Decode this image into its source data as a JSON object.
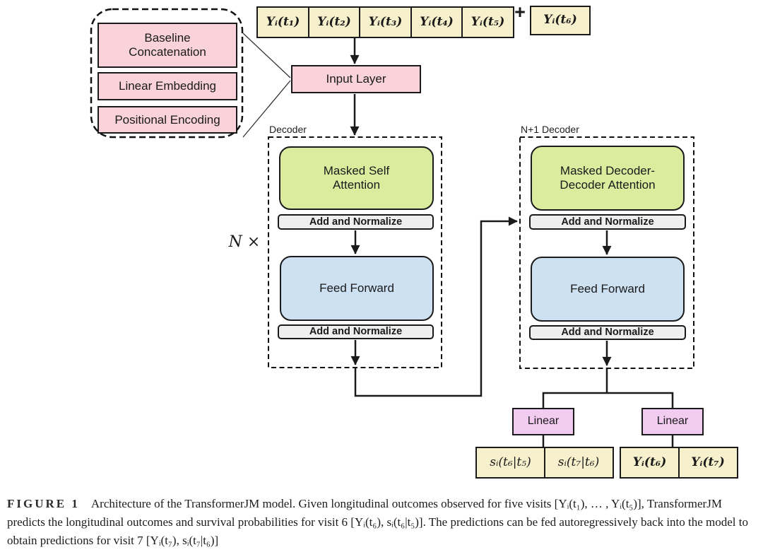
{
  "colors": {
    "cream_box": "#f7f0cd",
    "pink_box": "#fad2da",
    "green_box": "#dcec9f",
    "blue_box": "#cde1f2",
    "violet_box": "#f1cbf0",
    "gray_box": "#efefef",
    "border": "#1a1a1a"
  },
  "diagram": {
    "inputs": [
      "Yᵢ(t₁)",
      "Yᵢ(t₂)",
      "Yᵢ(t₃)",
      "Yᵢ(t₄)",
      "Yᵢ(t₅)"
    ],
    "plus": "+",
    "next_input": "Yᵢ(t₆)",
    "embedding_steps": [
      [
        "Baseline",
        "Concatenation"
      ],
      [
        "Linear Embedding"
      ],
      [
        "Positional Encoding"
      ]
    ],
    "input_layer": "Input Layer",
    "n_times": "N ×",
    "decoder1": {
      "title": "Decoder",
      "attention_lines": [
        "Masked Self",
        "Attention"
      ],
      "add_norm_top": "Add and Normalize",
      "feed_forward": "Feed Forward",
      "add_norm_bottom": "Add and Normalize"
    },
    "decoder2": {
      "title": "N+1 Decoder",
      "attention_lines": [
        "Masked Decoder-",
        "Decoder Attention"
      ],
      "add_norm_top": "Add and Normalize",
      "feed_forward": "Feed Forward",
      "add_norm_bottom": "Add and Normalize"
    },
    "survival_head": {
      "linear": "Linear",
      "outputs": [
        "sᵢ(t₆|t₅)",
        "sᵢ(t₇|t₆)"
      ]
    },
    "longitudinal_head": {
      "linear": "Linear",
      "outputs": [
        "Yᵢ(t₆)",
        "Yᵢ(t₇)"
      ]
    }
  },
  "caption": {
    "label": "FIGURE 1",
    "body": "Architecture of the TransformerJM model. Given longitudinal outcomes observed for five visits [Yᵢ(t₁), … , Yᵢ(t₅)], TransformerJM predicts the longitudinal outcomes and survival probabilities for visit 6 [Yᵢ(t₆), sᵢ(t₆|t₅)]. The predictions can be fed autoregressively back into the model to obtain predictions for visit 7 [Yᵢ(t₇), sᵢ(t₇|t₆)]"
  }
}
